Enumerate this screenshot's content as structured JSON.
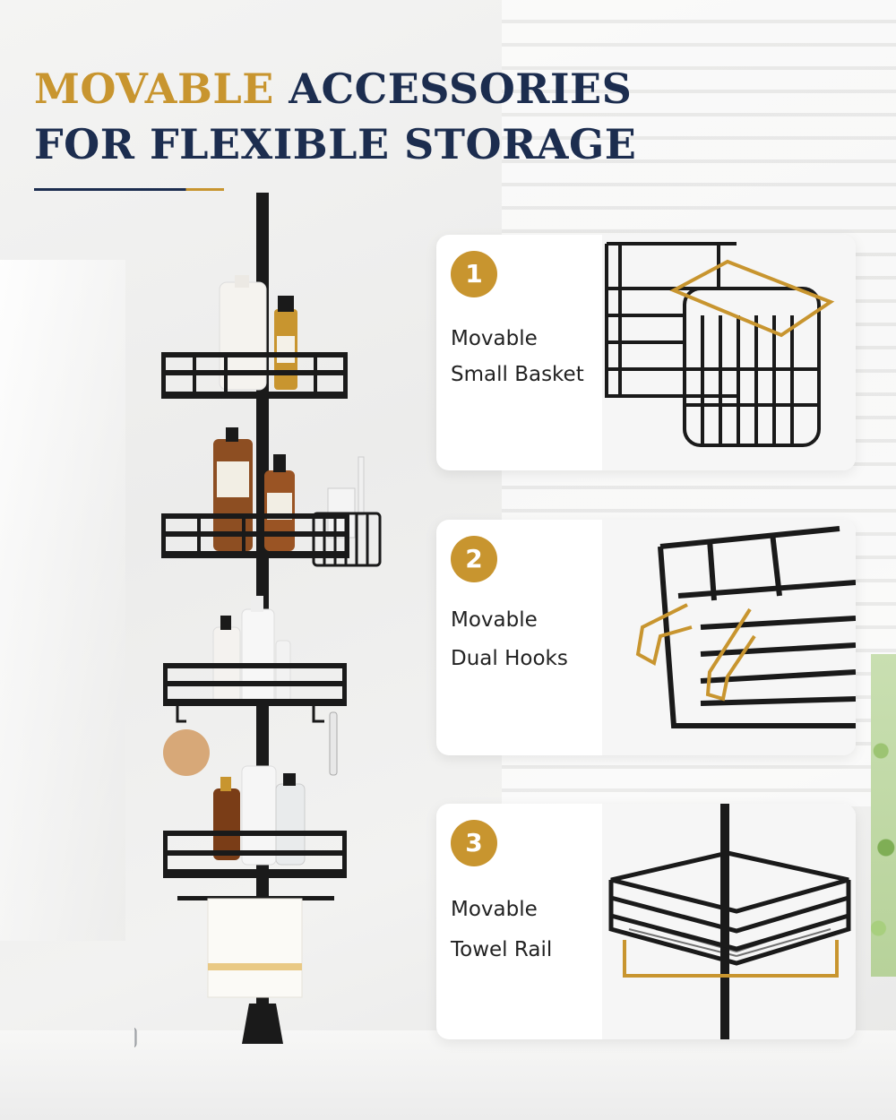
{
  "heading": {
    "line1_accent": "MOVABLE",
    "line1_rest": "ACCESSORIES",
    "line2": "FOR FLEXIBLE STORAGE"
  },
  "features": [
    {
      "number": "1",
      "line1": "Movable",
      "line2": "Small Basket"
    },
    {
      "number": "2",
      "line1": "Movable",
      "line2": "Dual Hooks"
    },
    {
      "number": "3",
      "line1": "Movable",
      "line2": "Towel Rail"
    }
  ],
  "colors": {
    "navy": "#1c2d4f",
    "gold": "#c8952f",
    "metal": "#1a1a1a"
  }
}
